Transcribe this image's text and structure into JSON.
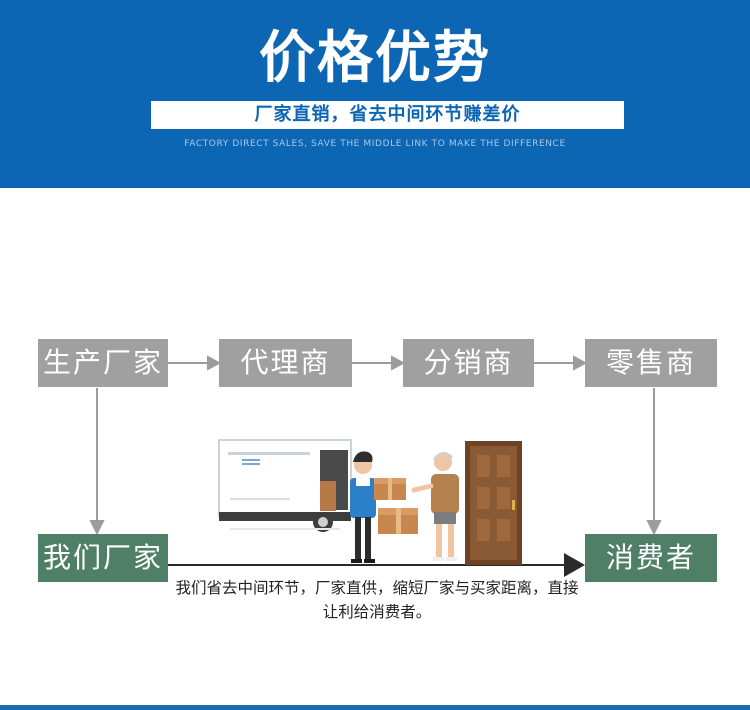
{
  "banner": {
    "title": "价格优势",
    "slogan": "厂家直销，省去中间环节赚差价",
    "subtitle": "FACTORY DIRECT SALES, SAVE THE MIDDLE LINK TO MAKE THE DIFFERENCE"
  },
  "flow": {
    "top_row": [
      "生产厂家",
      "代理商",
      "分销商",
      "零售商"
    ],
    "factory": "我们厂家",
    "consumer": "消费者"
  },
  "description": "我们省去中间环节，厂家直供，缩短厂家与买家距离，直接让利给消费者。",
  "colors": {
    "brand_blue": "#0d66b4",
    "box_gray": "#a0a0a0",
    "box_green": "#4f7f66"
  }
}
